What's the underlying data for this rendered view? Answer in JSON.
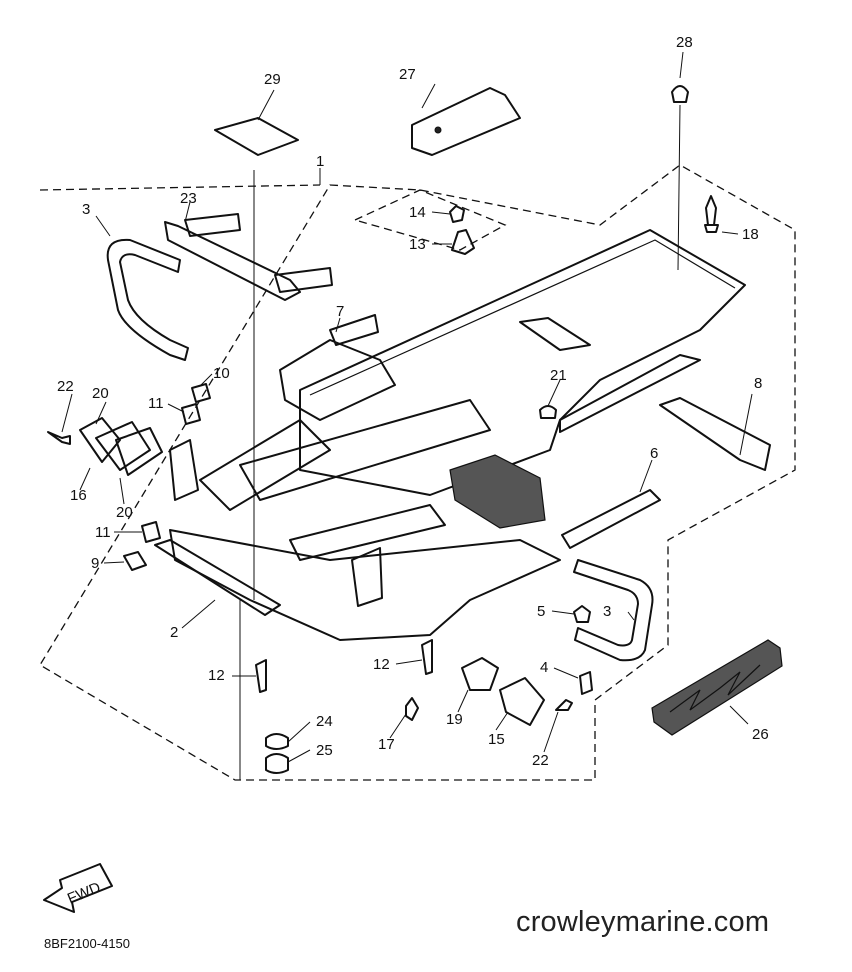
{
  "callouts": [
    {
      "id": "1",
      "text": "1"
    },
    {
      "id": "2",
      "text": "2"
    },
    {
      "id": "3a",
      "text": "3"
    },
    {
      "id": "3b",
      "text": "3"
    },
    {
      "id": "4",
      "text": "4"
    },
    {
      "id": "5",
      "text": "5"
    },
    {
      "id": "6",
      "text": "6"
    },
    {
      "id": "7",
      "text": "7"
    },
    {
      "id": "8",
      "text": "8"
    },
    {
      "id": "9",
      "text": "9"
    },
    {
      "id": "10",
      "text": "10"
    },
    {
      "id": "11a",
      "text": "11"
    },
    {
      "id": "11b",
      "text": "11"
    },
    {
      "id": "12a",
      "text": "12"
    },
    {
      "id": "12b",
      "text": "12"
    },
    {
      "id": "13",
      "text": "13"
    },
    {
      "id": "14",
      "text": "14"
    },
    {
      "id": "15",
      "text": "15"
    },
    {
      "id": "16",
      "text": "16"
    },
    {
      "id": "17",
      "text": "17"
    },
    {
      "id": "18",
      "text": "18"
    },
    {
      "id": "19",
      "text": "19"
    },
    {
      "id": "20a",
      "text": "20"
    },
    {
      "id": "20b",
      "text": "20"
    },
    {
      "id": "21",
      "text": "21"
    },
    {
      "id": "22a",
      "text": "22"
    },
    {
      "id": "22b",
      "text": "22"
    },
    {
      "id": "23",
      "text": "23"
    },
    {
      "id": "24",
      "text": "24"
    },
    {
      "id": "25",
      "text": "25"
    },
    {
      "id": "26",
      "text": "26"
    },
    {
      "id": "27",
      "text": "27"
    },
    {
      "id": "28",
      "text": "28"
    },
    {
      "id": "29",
      "text": "29"
    }
  ],
  "fwd_label": "FWD",
  "watermark": "crowleymarine.com",
  "diagram_code": "8BF2100-4150"
}
